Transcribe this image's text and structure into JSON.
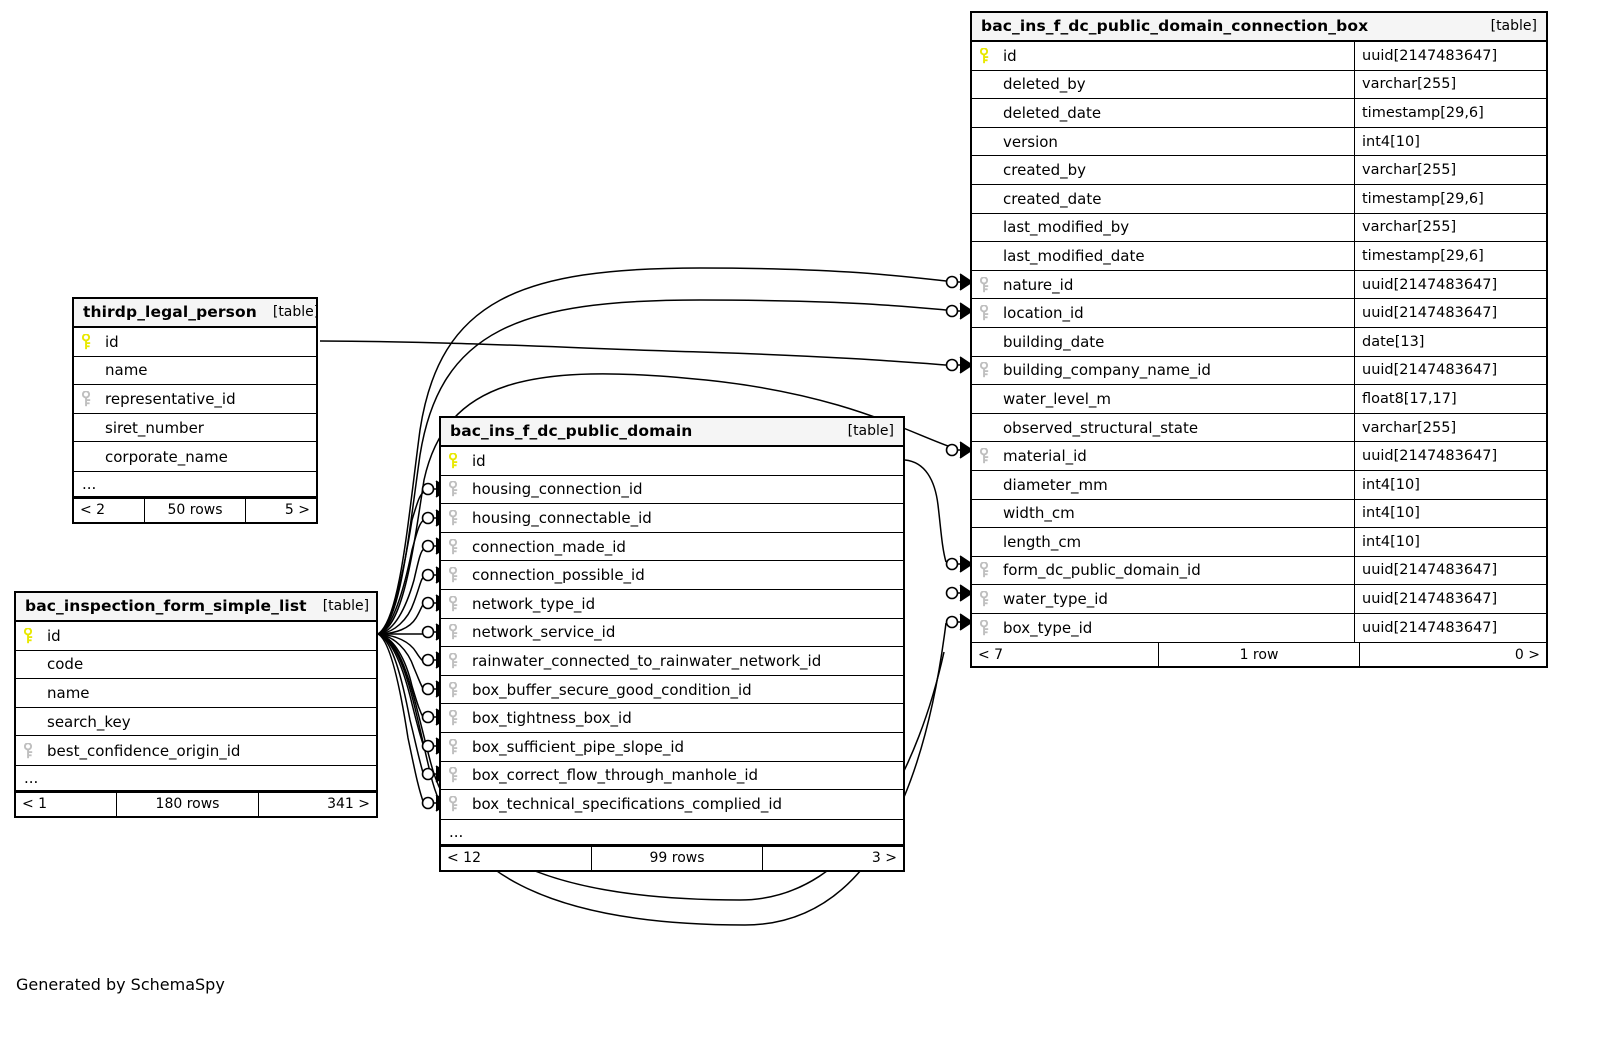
{
  "diagram": {
    "caption": "Generated by SchemaSpy",
    "table_tag": "[table]",
    "ellipsis": "...",
    "icons": {
      "primary_key": "key-icon-primary",
      "foreign_key": "key-icon-foreign"
    },
    "colors": {
      "primary_key": "#e8e800",
      "foreign_key": "#bfbfbf",
      "header_background": "#f5f5f5",
      "border": "#000000",
      "background": "#ffffff"
    }
  },
  "tables": {
    "thirdp_legal_person": {
      "name": "thirdp_legal_person",
      "tag": "[table]",
      "columns": [
        {
          "name": "id",
          "key": "primary",
          "type": ""
        },
        {
          "name": "name",
          "key": "none",
          "type": ""
        },
        {
          "name": "representative_id",
          "key": "foreign",
          "type": ""
        },
        {
          "name": "siret_number",
          "key": "none",
          "type": ""
        },
        {
          "name": "corporate_name",
          "key": "none",
          "type": ""
        }
      ],
      "more_columns": "...",
      "footer": {
        "prev": "< 2",
        "rows": "50 rows",
        "next": "5 >"
      }
    },
    "bac_inspection_form_simple_list": {
      "name": "bac_inspection_form_simple_list",
      "tag": "[table]",
      "columns": [
        {
          "name": "id",
          "key": "primary",
          "type": ""
        },
        {
          "name": "code",
          "key": "none",
          "type": ""
        },
        {
          "name": "name",
          "key": "none",
          "type": ""
        },
        {
          "name": "search_key",
          "key": "none",
          "type": ""
        },
        {
          "name": "best_confidence_origin_id",
          "key": "foreign",
          "type": ""
        }
      ],
      "more_columns": "...",
      "footer": {
        "prev": "< 1",
        "rows": "180 rows",
        "next": "341 >"
      }
    },
    "bac_ins_f_dc_public_domain": {
      "name": "bac_ins_f_dc_public_domain",
      "tag": "[table]",
      "columns": [
        {
          "name": "id",
          "key": "primary",
          "type": ""
        },
        {
          "name": "housing_connection_id",
          "key": "foreign",
          "type": ""
        },
        {
          "name": "housing_connectable_id",
          "key": "foreign",
          "type": ""
        },
        {
          "name": "connection_made_id",
          "key": "foreign",
          "type": ""
        },
        {
          "name": "connection_possible_id",
          "key": "foreign",
          "type": ""
        },
        {
          "name": "network_type_id",
          "key": "foreign",
          "type": ""
        },
        {
          "name": "network_service_id",
          "key": "foreign",
          "type": ""
        },
        {
          "name": "rainwater_connected_to_rainwater_network_id",
          "key": "foreign",
          "type": ""
        },
        {
          "name": "box_buffer_secure_good_condition_id",
          "key": "foreign",
          "type": ""
        },
        {
          "name": "box_tightness_box_id",
          "key": "foreign",
          "type": ""
        },
        {
          "name": "box_sufficient_pipe_slope_id",
          "key": "foreign",
          "type": ""
        },
        {
          "name": "box_correct_flow_through_manhole_id",
          "key": "foreign",
          "type": ""
        },
        {
          "name": "box_technical_specifications_complied_id",
          "key": "foreign",
          "type": ""
        }
      ],
      "more_columns": "...",
      "footer": {
        "prev": "< 12",
        "rows": "99 rows",
        "next": "3 >"
      }
    },
    "bac_ins_f_dc_public_domain_connection_box": {
      "name": "bac_ins_f_dc_public_domain_connection_box",
      "tag": "[table]",
      "columns": [
        {
          "name": "id",
          "key": "primary",
          "type": "uuid[2147483647]"
        },
        {
          "name": "deleted_by",
          "key": "none",
          "type": "varchar[255]"
        },
        {
          "name": "deleted_date",
          "key": "none",
          "type": "timestamp[29,6]"
        },
        {
          "name": "version",
          "key": "none",
          "type": "int4[10]"
        },
        {
          "name": "created_by",
          "key": "none",
          "type": "varchar[255]"
        },
        {
          "name": "created_date",
          "key": "none",
          "type": "timestamp[29,6]"
        },
        {
          "name": "last_modified_by",
          "key": "none",
          "type": "varchar[255]"
        },
        {
          "name": "last_modified_date",
          "key": "none",
          "type": "timestamp[29,6]"
        },
        {
          "name": "nature_id",
          "key": "foreign",
          "type": "uuid[2147483647]"
        },
        {
          "name": "location_id",
          "key": "foreign",
          "type": "uuid[2147483647]"
        },
        {
          "name": "building_date",
          "key": "none",
          "type": "date[13]"
        },
        {
          "name": "building_company_name_id",
          "key": "foreign",
          "type": "uuid[2147483647]"
        },
        {
          "name": "water_level_m",
          "key": "none",
          "type": "float8[17,17]"
        },
        {
          "name": "observed_structural_state",
          "key": "none",
          "type": "varchar[255]"
        },
        {
          "name": "material_id",
          "key": "foreign",
          "type": "uuid[2147483647]"
        },
        {
          "name": "diameter_mm",
          "key": "none",
          "type": "int4[10]"
        },
        {
          "name": "width_cm",
          "key": "none",
          "type": "int4[10]"
        },
        {
          "name": "length_cm",
          "key": "none",
          "type": "int4[10]"
        },
        {
          "name": "form_dc_public_domain_id",
          "key": "foreign",
          "type": "uuid[2147483647]"
        },
        {
          "name": "water_type_id",
          "key": "foreign",
          "type": "uuid[2147483647]"
        },
        {
          "name": "box_type_id",
          "key": "foreign",
          "type": "uuid[2147483647]"
        }
      ],
      "more_columns": "",
      "footer": {
        "prev": "< 7",
        "rows": "1 row",
        "next": "0 >"
      }
    }
  },
  "relationships": [
    {
      "from": "bac_inspection_form_simple_list.id",
      "to": "bac_ins_f_dc_public_domain.housing_connection_id"
    },
    {
      "from": "bac_inspection_form_simple_list.id",
      "to": "bac_ins_f_dc_public_domain.housing_connectable_id"
    },
    {
      "from": "bac_inspection_form_simple_list.id",
      "to": "bac_ins_f_dc_public_domain.connection_made_id"
    },
    {
      "from": "bac_inspection_form_simple_list.id",
      "to": "bac_ins_f_dc_public_domain.connection_possible_id"
    },
    {
      "from": "bac_inspection_form_simple_list.id",
      "to": "bac_ins_f_dc_public_domain.network_type_id"
    },
    {
      "from": "bac_inspection_form_simple_list.id",
      "to": "bac_ins_f_dc_public_domain.network_service_id"
    },
    {
      "from": "bac_inspection_form_simple_list.id",
      "to": "bac_ins_f_dc_public_domain.rainwater_connected_to_rainwater_network_id"
    },
    {
      "from": "bac_inspection_form_simple_list.id",
      "to": "bac_ins_f_dc_public_domain.box_buffer_secure_good_condition_id"
    },
    {
      "from": "bac_inspection_form_simple_list.id",
      "to": "bac_ins_f_dc_public_domain.box_tightness_box_id"
    },
    {
      "from": "bac_inspection_form_simple_list.id",
      "to": "bac_ins_f_dc_public_domain.box_sufficient_pipe_slope_id"
    },
    {
      "from": "bac_inspection_form_simple_list.id",
      "to": "bac_ins_f_dc_public_domain.box_correct_flow_through_manhole_id"
    },
    {
      "from": "bac_inspection_form_simple_list.id",
      "to": "bac_ins_f_dc_public_domain.box_technical_specifications_complied_id"
    },
    {
      "from": "bac_inspection_form_simple_list.id",
      "to": "bac_ins_f_dc_public_domain_connection_box.nature_id"
    },
    {
      "from": "bac_inspection_form_simple_list.id",
      "to": "bac_ins_f_dc_public_domain_connection_box.location_id"
    },
    {
      "from": "thirdp_legal_person.id",
      "to": "bac_ins_f_dc_public_domain_connection_box.building_company_name_id"
    },
    {
      "from": "bac_inspection_form_simple_list.id",
      "to": "bac_ins_f_dc_public_domain_connection_box.material_id"
    },
    {
      "from": "bac_ins_f_dc_public_domain.id",
      "to": "bac_ins_f_dc_public_domain_connection_box.form_dc_public_domain_id"
    },
    {
      "from": "bac_inspection_form_simple_list.id",
      "to": "bac_ins_f_dc_public_domain_connection_box.water_type_id"
    },
    {
      "from": "bac_inspection_form_simple_list.id",
      "to": "bac_ins_f_dc_public_domain_connection_box.box_type_id"
    }
  ]
}
